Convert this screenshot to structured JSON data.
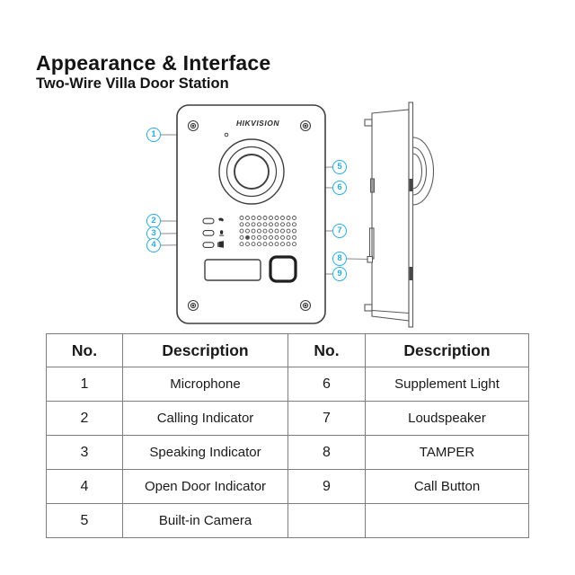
{
  "page": {
    "title": "Appearance & Interface",
    "subtitle": "Two-Wire Villa Door Station"
  },
  "device": {
    "brand": "HIKVISION"
  },
  "callouts": {
    "numbers": [
      "1",
      "2",
      "3",
      "4",
      "5",
      "6",
      "7",
      "8",
      "9"
    ],
    "color": "#29abe2"
  },
  "table": {
    "headers": [
      "No.",
      "Description",
      "No.",
      "Description"
    ],
    "rows": [
      {
        "no_left": "1",
        "desc_left": "Microphone",
        "no_right": "6",
        "desc_right": "Supplement Light"
      },
      {
        "no_left": "2",
        "desc_left": "Calling Indicator",
        "no_right": "7",
        "desc_right": "Loudspeaker"
      },
      {
        "no_left": "3",
        "desc_left": "Speaking Indicator",
        "no_right": "8",
        "desc_right": "TAMPER"
      },
      {
        "no_left": "4",
        "desc_left": "Open Door Indicator",
        "no_right": "9",
        "desc_right": "Call Button"
      },
      {
        "no_left": "5",
        "desc_left": "Built-in Camera",
        "no_right": "",
        "desc_right": ""
      }
    ]
  },
  "colors": {
    "callout": "#29abe2",
    "line_art": "#4a4a4a",
    "leader_line": "#8a8a8a",
    "table_border": "#7d7d7d",
    "text": "#1a1a1a"
  }
}
